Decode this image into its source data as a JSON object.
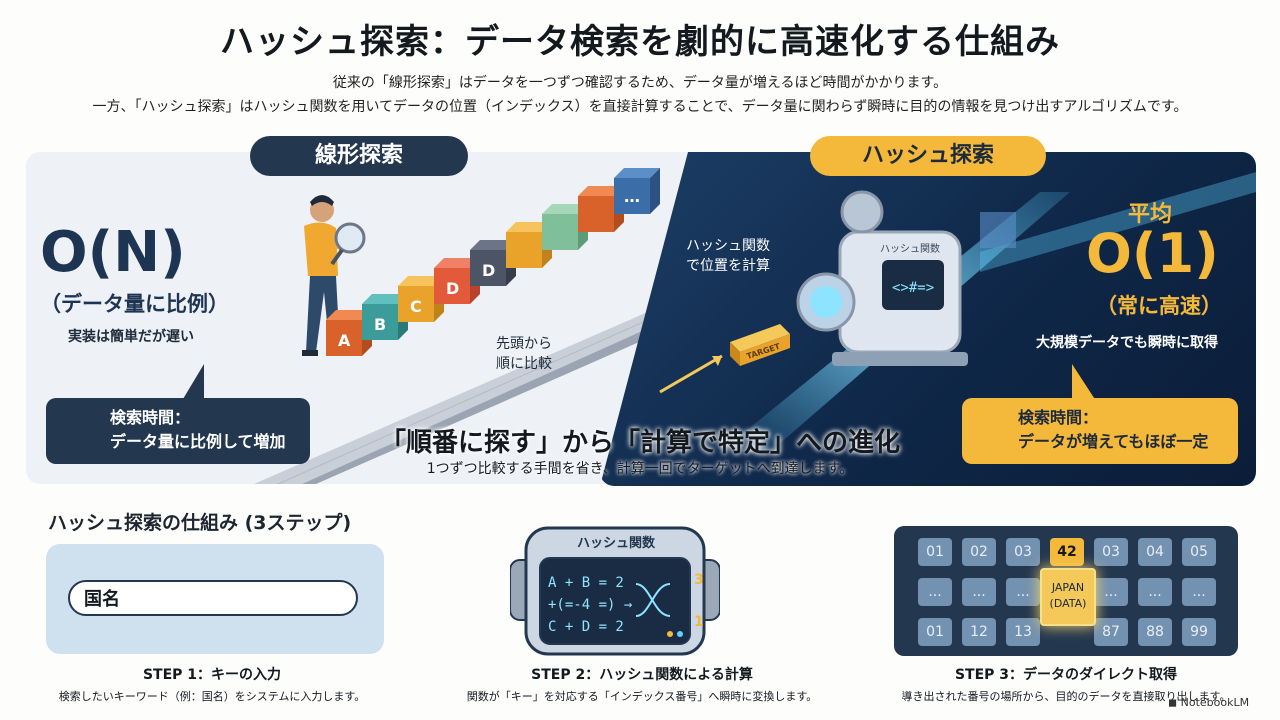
{
  "title": "ハッシュ探索：データ検索を劇的に高速化する仕組み",
  "intro": {
    "line1": "従来の「線形探索」はデータを一つずつ確認するため、データ量が増えるほど時間がかかります。",
    "line2": "一方、「ハッシュ探索」はハッシュ関数を用いてデータの位置（インデックス）を直接計算することで、データ量に関わらず瞬時に目的の情報を見つけ出すアルゴリズムです。"
  },
  "linear": {
    "pill": "線形探索",
    "complexity": "O(N)",
    "complexity_sub": "（データ量に比例）",
    "note": "実装は簡単だが遅い",
    "sequential_line1": "先頭から",
    "sequential_line2": "順に比較",
    "callout_line1": "検索時間：",
    "callout_line2": "データ量に比例して増加",
    "blocks": [
      "A",
      "B",
      "C",
      "D",
      "D",
      "",
      "",
      "",
      "",
      "..."
    ]
  },
  "hash": {
    "pill": "ハッシュ探索",
    "avg": "平均",
    "complexity": "O(1)",
    "complexity_sub": "（常に高速）",
    "note": "大規模データでも瞬時に取得",
    "calc_line1": "ハッシュ関数",
    "calc_line2": "で位置を計算",
    "machine_label": "ハッシュ関数",
    "machine_screen": "<>#=>",
    "target": "TARGET",
    "callout_line1": "検索時間：",
    "callout_line2": "データが増えてもほぼ一定"
  },
  "evolution": {
    "title": "「順番に探す」から「計算で特定」への進化",
    "subtitle": "1つずつ比較する手間を省き、計算一回でターゲットへ到達します。"
  },
  "steps": {
    "section_title": "ハッシュ探索の仕組み (3ステップ)",
    "step1": {
      "input_value": "国名",
      "label": "STEP 1：キーの入力",
      "desc": "検索したいキーワード（例：国名）をシステムに入力します。"
    },
    "step2": {
      "device_title": "ハッシュ関数",
      "formula1": "A + B = 2",
      "formula2": "+(=-4 =) →",
      "formula3": "C + D = 2",
      "out_top": "3",
      "out_bottom": "1",
      "label": "STEP 2：ハッシュ関数による計算",
      "desc": "関数が「キー」を対応する「インデックス番号」へ瞬時に変換します。"
    },
    "step3": {
      "row1": [
        "01",
        "02",
        "03",
        "42",
        "03",
        "04",
        "05"
      ],
      "row2": [
        "...",
        "...",
        "...",
        "",
        "...",
        "...",
        "..."
      ],
      "row3": [
        "01",
        "12",
        "13",
        "",
        "87",
        "88",
        "99"
      ],
      "highlight": "42",
      "japan_line1": "JAPAN",
      "japan_line2": "(DATA)",
      "label": "STEP 3：データのダイレクト取得",
      "desc": "導き出された番号の場所から、目的のデータを直接取り出します。"
    }
  },
  "brand": "NotebookLM",
  "colors": {
    "navy": "#23374f",
    "yellow": "#f4b83a",
    "hash_bg": "#0f2748"
  }
}
